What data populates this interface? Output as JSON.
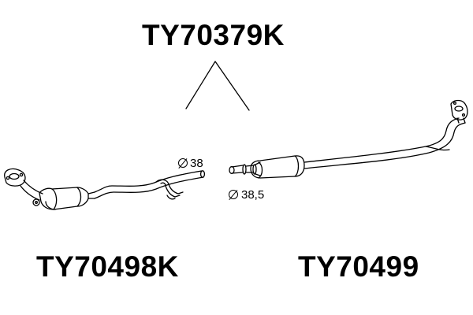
{
  "diagram": {
    "kit_code": "TY70379K",
    "front_part_code": "TY70498K",
    "rear_part_code": "TY70499",
    "front_diameter": "38",
    "rear_diameter": "38,5",
    "diameter_icon": "diameter-symbol-icon",
    "line_color": "#000000",
    "background": "#ffffff"
  }
}
